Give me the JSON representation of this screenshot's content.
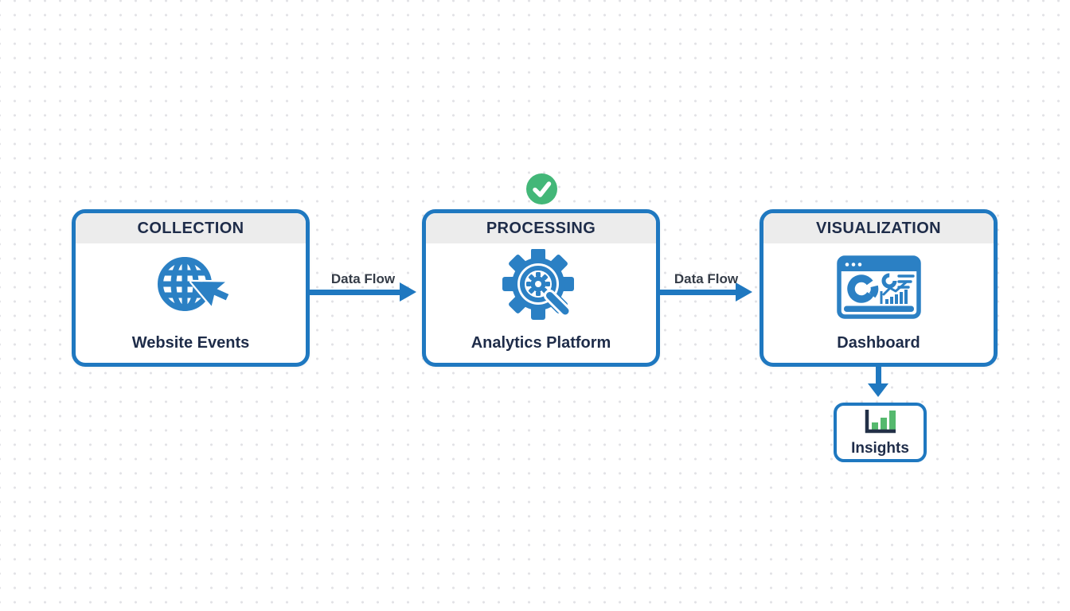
{
  "nodes": [
    {
      "id": "collection",
      "header": "COLLECTION",
      "label": "Website Events",
      "icon": "globe-cursor-icon"
    },
    {
      "id": "processing",
      "header": "PROCESSING",
      "label": "Analytics Platform",
      "icon": "gear-magnifier-icon",
      "status_icon": "check-circle"
    },
    {
      "id": "visualization",
      "header": "VISUALIZATION",
      "label": "Dashboard",
      "icon": "dashboard-icon"
    }
  ],
  "edges": [
    {
      "from": "collection",
      "to": "processing",
      "label": "Data Flow"
    },
    {
      "from": "processing",
      "to": "visualization",
      "label": "Data Flow"
    },
    {
      "from": "visualization",
      "to": "insights",
      "label": ""
    }
  ],
  "sub_node": {
    "id": "insights",
    "label": "Insights",
    "icon": "bar-chart-icon"
  },
  "colors": {
    "accent_blue": "#1f78c0",
    "icon_blue": "#2b80c4",
    "navy_text": "#1e2c49",
    "header_bg": "#ececec",
    "success_green": "#43b778",
    "bar_green": "#55b96e",
    "edge_label_text": "#353c47",
    "dot_grid": "#e2e2e6"
  }
}
